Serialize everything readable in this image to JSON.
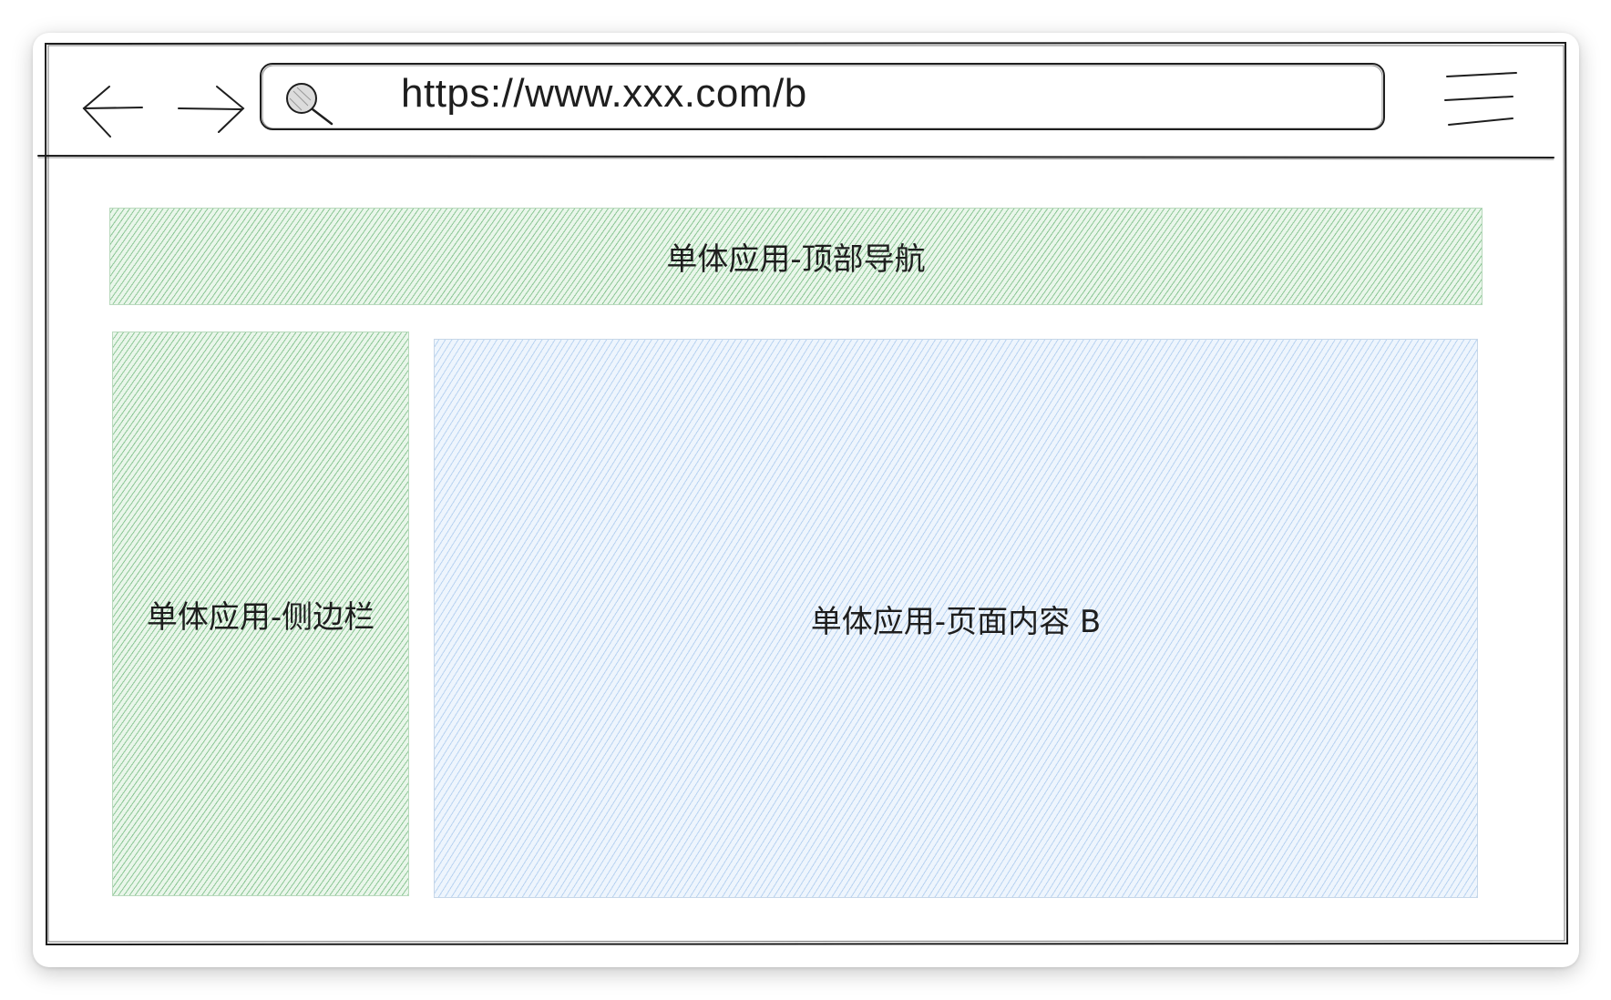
{
  "browser": {
    "url": "https://www.xxx.com/b",
    "icons": {
      "back": "arrow-left-icon",
      "forward": "arrow-right-icon",
      "search": "magnifier-icon",
      "menu": "hamburger-menu-icon"
    }
  },
  "layout_regions": {
    "top_nav": "单体应用-顶部导航",
    "sidebar": "单体应用-侧边栏",
    "content": "单体应用-页面内容 B"
  },
  "colors": {
    "stroke": "#1e1e1e",
    "green_fill": "#40a050",
    "blue_fill": "#78aae1"
  }
}
